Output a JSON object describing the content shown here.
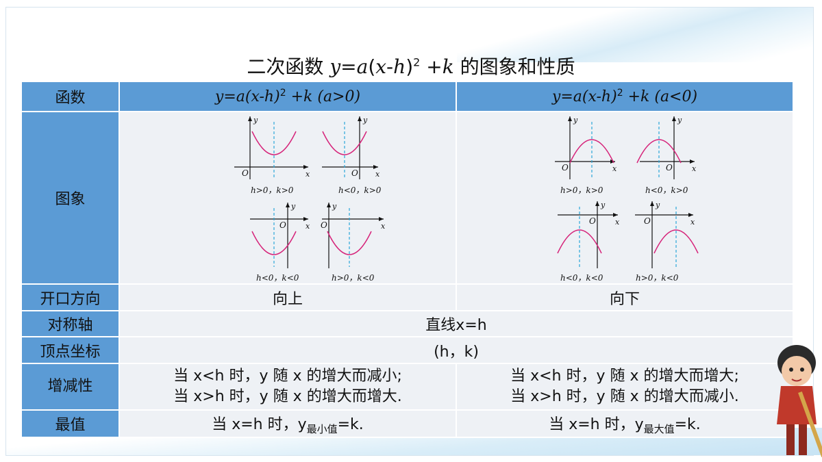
{
  "title": {
    "prefix": "二次函数 ",
    "y": "y",
    "eq": "=",
    "a": "a",
    "paren_open": "(",
    "x": "x",
    "minus": "-",
    "h": "h",
    "paren_close": ")",
    "power": "2",
    "plus": " +",
    "k": "k",
    "suffix": " 的图象和性质"
  },
  "table": {
    "row_labels": {
      "function": "函数",
      "graph": "图象",
      "opening": "开口方向",
      "axis": "对称轴",
      "vertex": "顶点坐标",
      "monotonic": "增减性",
      "extremum": "最值"
    },
    "col_pos": {
      "formula_start": "y=a(x-h)",
      "power": "2",
      "formula_end": " +k (a>0)"
    },
    "col_neg": {
      "formula_start": "y=a(x-h)",
      "power": "2",
      "formula_end": " +k (a<0)"
    },
    "opening": {
      "pos": "向上",
      "neg": "向下"
    },
    "axis": "直线x=h",
    "vertex": "(h，k)",
    "monotonic": {
      "pos_line1": "当 x<h 时，y 随 x 的增大而减小;",
      "pos_line2": "当 x>h 时，y 随 x 的增大而增大.",
      "neg_line1": "当 x<h 时，y 随 x 的增大而增大;",
      "neg_line2": "当 x>h 时，y 随 x 的增大而减小."
    },
    "extremum": {
      "pos_start": "当 x=h 时，y",
      "pos_sub": "最小值",
      "pos_end": "=k.",
      "neg_start": "当 x=h 时，y",
      "neg_sub": "最大值",
      "neg_end": "=k."
    }
  },
  "graphs": {
    "axis_x": "x",
    "axis_y": "y",
    "origin": "O",
    "pos_captions": [
      "h>0，k>0",
      "h<0，k>0",
      "h<0，k<0",
      "h>0，k<0"
    ],
    "neg_captions": [
      "h>0，k>0",
      "h<0，k>0",
      "h<0，k<0",
      "h>0，k<0"
    ]
  },
  "colors": {
    "header_blue": "#5b9bd5",
    "cell_gray": "#eef1f5",
    "curve": "#d6247a",
    "axis_dash": "#2aa7d8"
  }
}
